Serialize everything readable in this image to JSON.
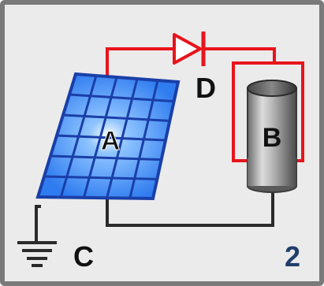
{
  "labels": {
    "panel": "A",
    "battery": "B",
    "ground": "C",
    "diode": "D",
    "figure_number": "2"
  },
  "colors": {
    "frame_border": "#7a7a7a",
    "background": "#ebebeb",
    "positive_wire": "#e8141c",
    "negative_wire": "#2a2a2a",
    "panel_cell": "#2f7cf0",
    "panel_grid": "#1a3fa8",
    "figure_number": "#1f3f6b"
  },
  "icons": {
    "panel": "solar-panel-icon",
    "battery": "battery-cylinder-icon",
    "diode": "diode-icon",
    "ground": "ground-icon"
  }
}
